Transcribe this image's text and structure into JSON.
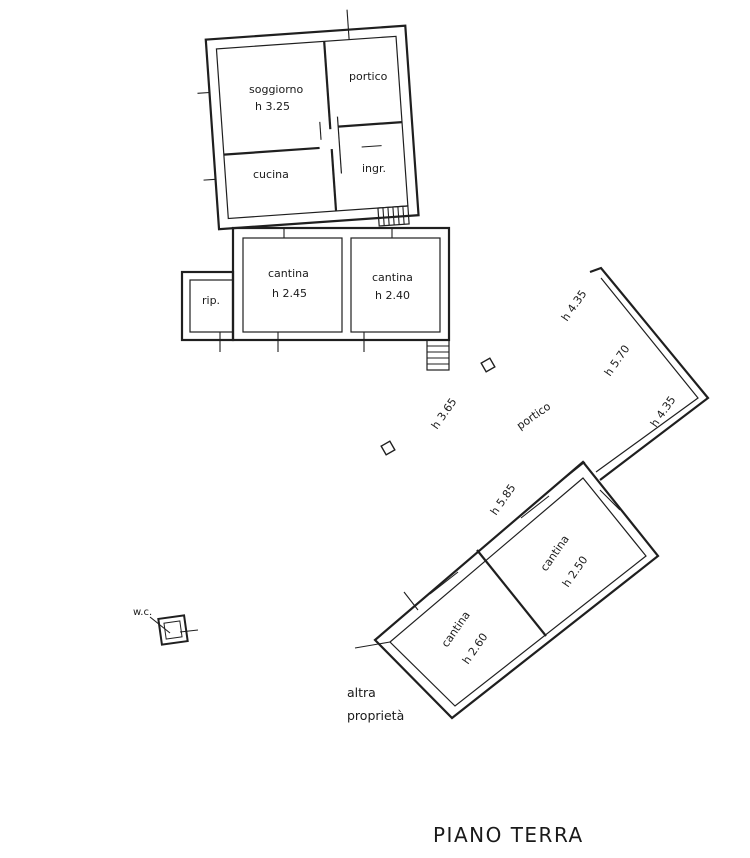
{
  "drawing": {
    "title": "PIANO TERRA",
    "rooms": {
      "soggiorno": {
        "name": "soggiorno",
        "height": "h 3.25"
      },
      "portico_upper": {
        "name": "portico"
      },
      "cucina": {
        "name": "cucina"
      },
      "ingresso": {
        "name": "ingr."
      },
      "ripostiglio": {
        "name": "rip."
      },
      "cantina_a": {
        "name": "cantina",
        "height": "h 2.45"
      },
      "cantina_b": {
        "name": "cantina",
        "height": "h 2.40"
      },
      "portico_large": {
        "name": "portico",
        "heights": [
          "h 4.35",
          "h 5.70",
          "h 4.35",
          "h 3.65",
          "h 5.85"
        ]
      },
      "cantina_c": {
        "name": "cantina",
        "height": "h 2.50"
      },
      "cantina_d": {
        "name": "cantina",
        "height": "h 2.60"
      },
      "wc": {
        "name": "w.c."
      }
    },
    "notes": {
      "neighbour_line1": "altra",
      "neighbour_line2": "proprietà"
    }
  }
}
